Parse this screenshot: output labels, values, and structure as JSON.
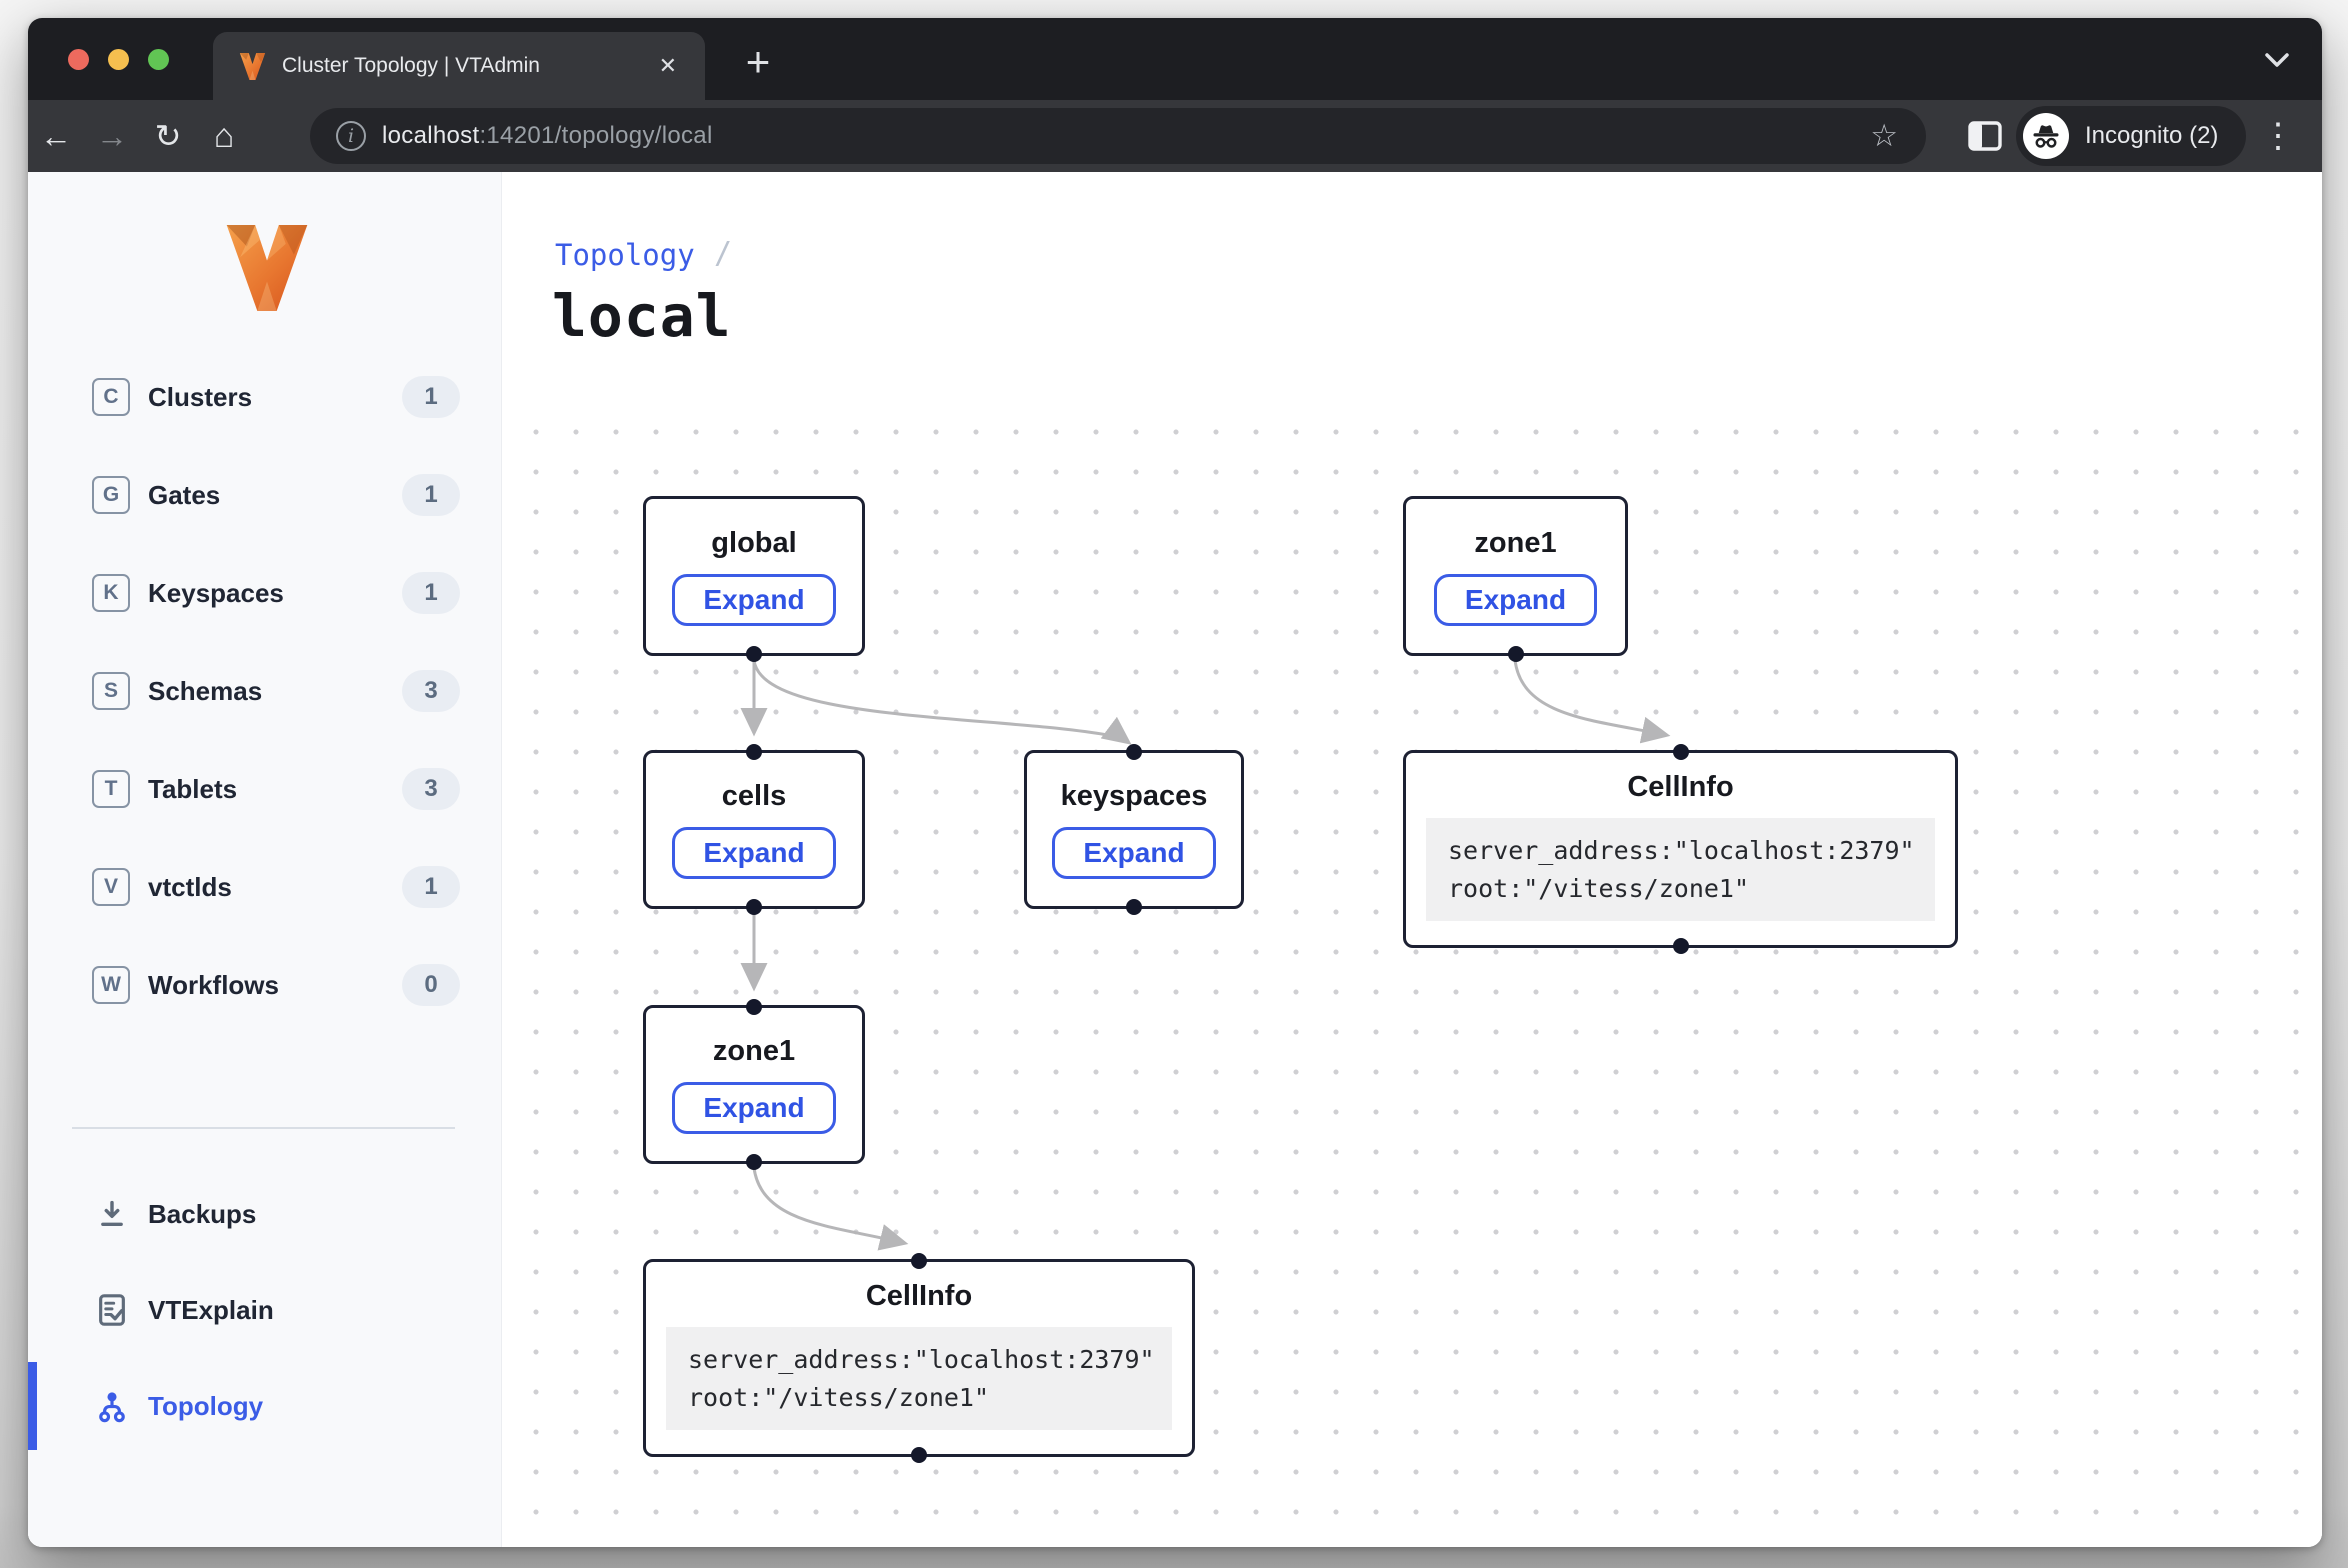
{
  "window": {
    "tab_title": "Cluster Topology | VTAdmin",
    "close_glyph": "✕",
    "new_tab_glyph": "+",
    "back_glyph": "←",
    "forward_glyph": "→",
    "reload_glyph": "↻",
    "home_glyph": "⌂",
    "info_glyph": "i",
    "star_glyph": "☆",
    "more_glyph": "⋮",
    "url_host": "localhost",
    "url_rest": ":14201/topology/local",
    "incognito_label": "Incognito (2)"
  },
  "sidebar": {
    "items": [
      {
        "letter": "C",
        "label": "Clusters",
        "count": "1"
      },
      {
        "letter": "G",
        "label": "Gates",
        "count": "1"
      },
      {
        "letter": "K",
        "label": "Keyspaces",
        "count": "1"
      },
      {
        "letter": "S",
        "label": "Schemas",
        "count": "3"
      },
      {
        "letter": "T",
        "label": "Tablets",
        "count": "3"
      },
      {
        "letter": "V",
        "label": "vtctlds",
        "count": "1"
      },
      {
        "letter": "W",
        "label": "Workflows",
        "count": "0"
      }
    ],
    "tools": [
      {
        "label": "Backups"
      },
      {
        "label": "VTExplain"
      },
      {
        "label": "Topology"
      }
    ]
  },
  "main": {
    "breadcrumb": "Topology",
    "breadcrumb_separator": "/",
    "title": "local"
  },
  "graph": {
    "expand_label": "Expand",
    "nodes": [
      {
        "title": "global"
      },
      {
        "title": "zone1"
      },
      {
        "title": "cells"
      },
      {
        "title": "keyspaces"
      },
      {
        "title": "CellInfo",
        "code_line1": "server_address:\"localhost:2379\"",
        "code_line2": "root:\"/vitess/zone1\""
      },
      {
        "title": "zone1"
      },
      {
        "title": "CellInfo",
        "code_line1": "server_address:\"localhost:2379\"",
        "code_line2": "root:\"/vitess/zone1\""
      }
    ]
  },
  "colors": {
    "accent_blue": "#3b5ce6",
    "node_border": "#1d2133",
    "edge_gray": "#b6b6b8"
  }
}
